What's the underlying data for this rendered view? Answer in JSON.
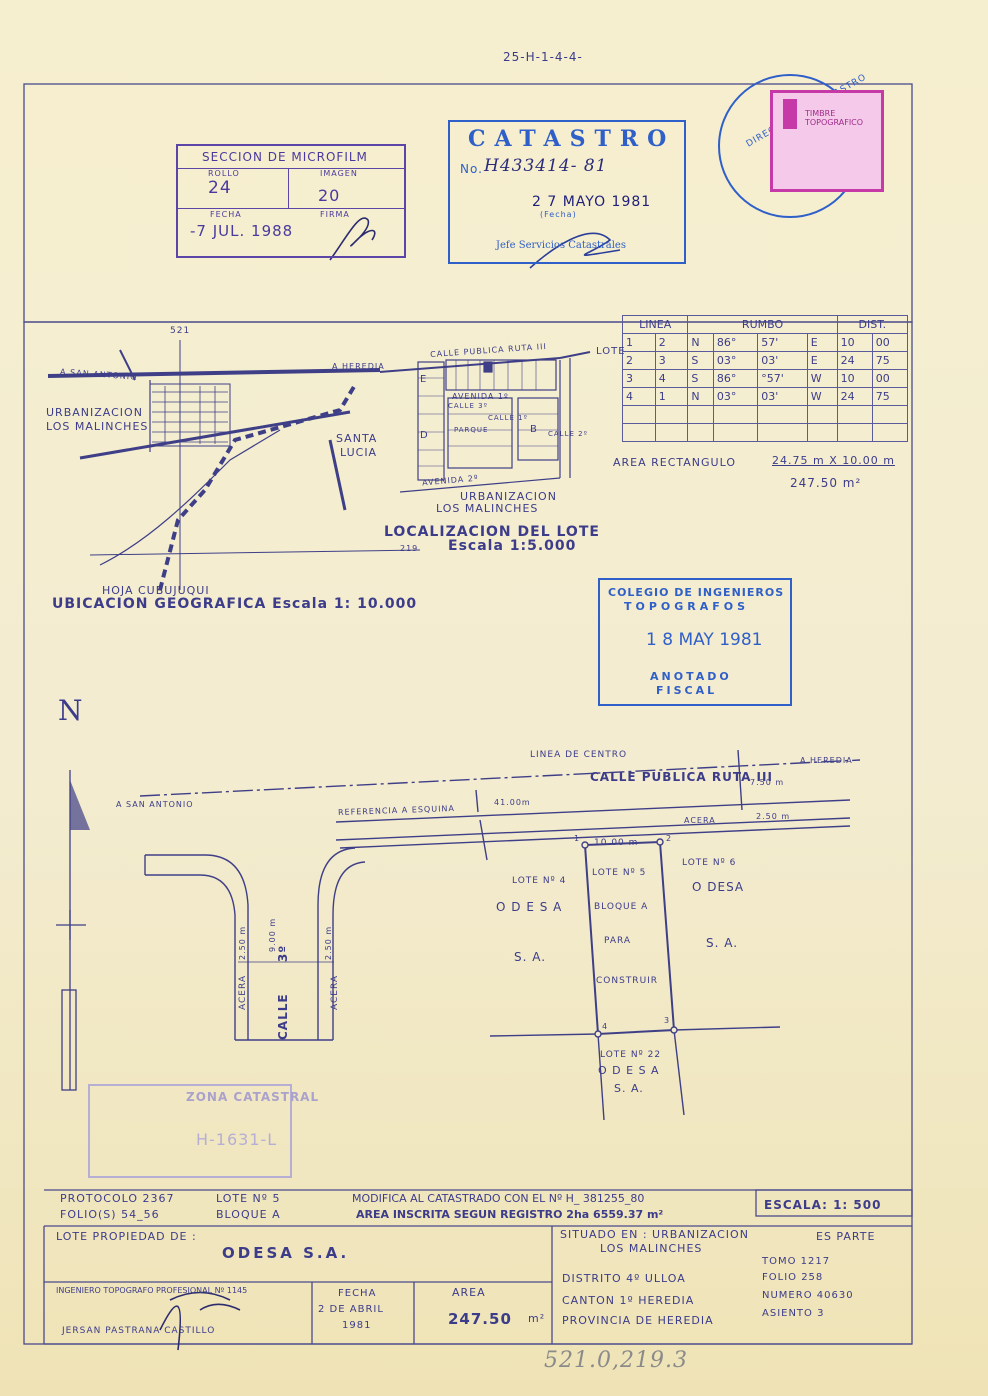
{
  "header": {
    "code": "25-H-1-4-4-"
  },
  "stamp_microfilm": {
    "title": "SECCION DE MICROFILM",
    "rollo_label": "ROLLO",
    "rollo_value": "24",
    "imagen_label": "IMAGEN",
    "imagen_value": "20",
    "fecha_label": "FECHA",
    "fecha_value": "-7 JUL. 1988",
    "firma_label": "FIRMA"
  },
  "stamp_catastro": {
    "title": "CATASTRO",
    "no_label": "No.",
    "no_value": "H433414- 81",
    "fecha_label": "(Fecha)",
    "fecha_value": "2 7 MAYO 1981",
    "role": "Jefe Servicios Catastrales"
  },
  "stamp_timbre": {
    "seal_text": "DIRECCION DE CATASTRO",
    "stamp_text": "TIMBRE TOPOGRAFICO"
  },
  "rumbo_table": {
    "headers": [
      "LINEA",
      "RUMBO",
      "DIST."
    ],
    "rows": [
      [
        "1",
        "2",
        "N",
        "86°",
        "57'",
        "E",
        "10",
        "00"
      ],
      [
        "2",
        "3",
        "S",
        "03°",
        "03'",
        "E",
        "24",
        "75"
      ],
      [
        "3",
        "4",
        "S",
        "86°",
        "°57'",
        "W",
        "10",
        "00"
      ],
      [
        "4",
        "1",
        "N",
        "03°",
        "03'",
        "W",
        "24",
        "75"
      ]
    ]
  },
  "area_rect": {
    "label": "AREA RECTANGULO",
    "dims": "24.75 m X 10.00 m",
    "area": "247.50 m²"
  },
  "location_map": {
    "title": "LOCALIZACION DEL LOTE",
    "scale": "Escala 1:5.000",
    "labels": {
      "heredia": "A HEREDIA",
      "calle_publica": "CALLE PUBLICA RUTA III",
      "lote": "LOTE",
      "avenida1": "AVENIDA 1º",
      "avenida2": "AVENIDA 2º",
      "parque": "PARQUE",
      "calle3": "CALLE 3º",
      "calle1": "CALLE 1º",
      "calle2": "CALLE 2º",
      "block_b": "B",
      "block_d": "D",
      "block_e": "E",
      "urbanizacion": "URBANIZACION",
      "los_malinches": "LOS MALINCHES"
    }
  },
  "geo_map": {
    "title": "UBICACION GEOGRAFICA Escala 1: 10.000",
    "labels": {
      "coord_top": "521",
      "coord_bottom": "219",
      "san_antonio": "A SAN ANTONIO",
      "heredia": "A HEREDIA",
      "urbanizacion": "URBANIZACION",
      "los_malinches": "LOS MALINCHES",
      "santa": "SANTA",
      "lucia": "LUCIA",
      "hoja": "HOJA CUBUJUQUI"
    }
  },
  "stamp_colegio": {
    "title1": "COLEGIO DE INGENIEROS",
    "title2": "TOPOGRAFOS",
    "date": "1 8 MAY 1981",
    "anotado": "ANOTADO",
    "fiscal": "FISCAL"
  },
  "plan": {
    "north": "N",
    "linea_centro": "LINEA DE CENTRO",
    "calle_publica": "CALLE PUBLICA RUTA III",
    "heredia": "A HEREDIA",
    "san_antonio": "A SAN ANTONIO",
    "referencia": "REFERENCIA A ESQUINA",
    "dist_41": "41.00m",
    "dist_750": "7.50 m",
    "acera": "ACERA",
    "dist_250": "2.50 m",
    "dist_10": "10.00 m",
    "v1": "1",
    "v2": "2",
    "v3": "3",
    "v4": "4",
    "lote4": "LOTE Nº 4",
    "odesa": "O D E S A",
    "sa": "S. A.",
    "lote5": "LOTE Nº 5",
    "bloque": "BLOQUE A",
    "para": "PARA",
    "construir": "CONSTRUIR",
    "lote6": "LOTE Nº 6",
    "odesa6": "O DESA",
    "sa6": "S. A.",
    "lote22": "LOTE Nº 22",
    "odesa22": "O D E S A",
    "sa22": "S. A.",
    "acera_v": "ACERA",
    "calle_v": "CALLE",
    "calle3": "3º",
    "dim_250a": "2.50 m",
    "dim_900": "9.00 m",
    "dim_250b": "2.50 m"
  },
  "stamp_zona": {
    "title": "ZONA CATASTRAL",
    "number": "H-1631-L"
  },
  "info": {
    "protocolo": "PROTOCOLO 2367",
    "folios": "FOLIO(S) 54_56",
    "lote_no": "LOTE Nº 5",
    "bloque": "BLOQUE A",
    "modifica": "MODIFICA AL CATASTRADO CON EL Nº H_ 381255_80",
    "area_inscrita": "AREA INSCRITA SEGUN REGISTRO 2ha 6559.37 m²",
    "escala": "ESCALA: 1: 500"
  },
  "title_block": {
    "propiedad_label": "LOTE PROPIEDAD DE :",
    "propiedad_value": "ODESA S.A.",
    "situado_label": "SITUADO EN : URBANIZACION",
    "situado_value": "LOS MALINCHES",
    "es_parte": "ES PARTE",
    "tomo": "TOMO 1217",
    "folio": "FOLIO 258",
    "numero": "NUMERO 40630",
    "asiento": "ASIENTO 3",
    "distrito": "DISTRITO 4º ULLOA",
    "canton": "CANTON 1º HEREDIA",
    "provincia": "PROVINCIA DE HEREDIA",
    "ingeniero_label": "INGENIERO TOPOGRAFO PROFESIONAL Nº 1145",
    "ingeniero_name": "JERSAN PASTRANA CASTILLO",
    "fecha_label": "FECHA",
    "fecha_value1": "2 DE ABRIL",
    "fecha_value2": "1981",
    "area_label": "AREA",
    "area_value": "247.50",
    "area_unit": "m²"
  },
  "footer": {
    "handwritten": "521.0,219.3"
  },
  "colors": {
    "ink": "#3c3c8a",
    "stamp_blue": "#2f5fc8",
    "stamp_purple": "#5b46a8",
    "timbre": "#c63aa8"
  }
}
